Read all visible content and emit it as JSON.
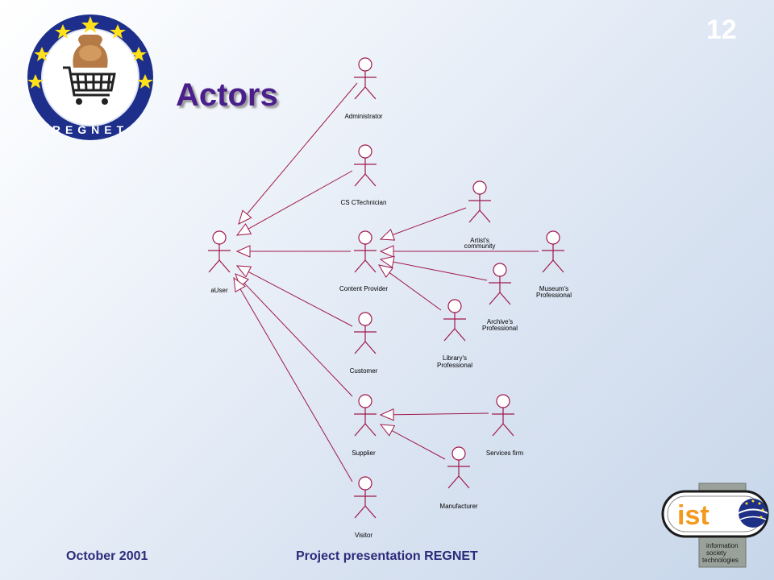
{
  "slide": {
    "title": "Actors",
    "number": "12"
  },
  "footer": {
    "date": "October 2001",
    "project": "Project presentation REGNET"
  },
  "logos": {
    "regnet_text": "REGNET",
    "ist_text": "ist",
    "ist_caption": [
      "information",
      "society",
      "technologies"
    ]
  },
  "diagram": {
    "actors": [
      {
        "id": "administrator",
        "label": [
          "Administrator"
        ]
      },
      {
        "id": "cs-technician",
        "label": [
          "CS CTechnician"
        ]
      },
      {
        "id": "auser",
        "label": [
          "aUser"
        ]
      },
      {
        "id": "content-provider",
        "label": [
          "Content Provider"
        ]
      },
      {
        "id": "artists-community",
        "label": [
          "Artist's",
          "community"
        ]
      },
      {
        "id": "museums-professional",
        "label": [
          "Museum's",
          "Professional"
        ]
      },
      {
        "id": "archives-professional",
        "label": [
          "Archive's",
          "Professional"
        ]
      },
      {
        "id": "librarys-professional",
        "label": [
          "Library's",
          "Professional"
        ]
      },
      {
        "id": "customer",
        "label": [
          "Customer"
        ]
      },
      {
        "id": "supplier",
        "label": [
          "Supplier"
        ]
      },
      {
        "id": "services-firm",
        "label": [
          "Services firm"
        ]
      },
      {
        "id": "manufacturer",
        "label": [
          "Manufacturer"
        ]
      },
      {
        "id": "visitor",
        "label": [
          "Visitor"
        ]
      }
    ],
    "generalizations": [
      {
        "from": "administrator",
        "to": "auser"
      },
      {
        "from": "cs-technician",
        "to": "auser"
      },
      {
        "from": "content-provider",
        "to": "auser"
      },
      {
        "from": "customer",
        "to": "auser"
      },
      {
        "from": "supplier",
        "to": "auser"
      },
      {
        "from": "visitor",
        "to": "auser"
      },
      {
        "from": "artists-community",
        "to": "content-provider"
      },
      {
        "from": "museums-professional",
        "to": "content-provider"
      },
      {
        "from": "archives-professional",
        "to": "content-provider"
      },
      {
        "from": "librarys-professional",
        "to": "content-provider"
      },
      {
        "from": "services-firm",
        "to": "supplier"
      },
      {
        "from": "manufacturer",
        "to": "supplier"
      }
    ],
    "line_color": "#a0184a"
  }
}
